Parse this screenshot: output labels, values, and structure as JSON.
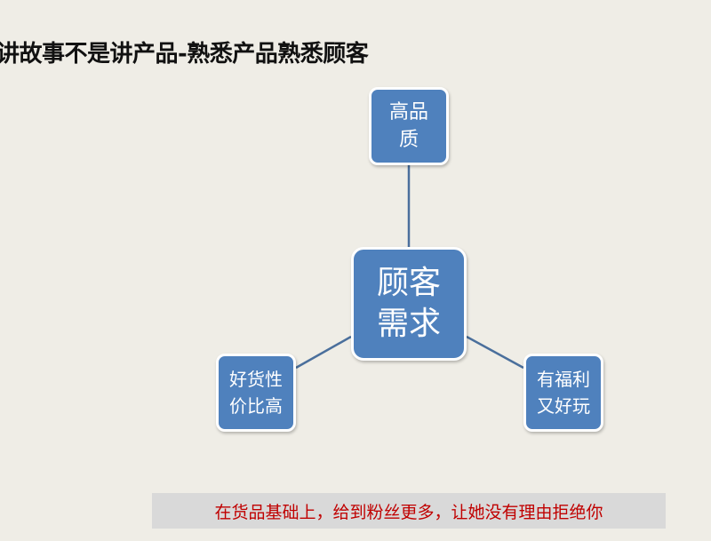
{
  "title": "讲故事不是讲产品-熟悉产品熟悉顾客",
  "diagram": {
    "center": {
      "lines": [
        "顾客",
        "需求"
      ]
    },
    "top": {
      "lines": [
        "高品",
        "质"
      ]
    },
    "left": {
      "lines": [
        "好货性",
        "价比高"
      ]
    },
    "right": {
      "lines": [
        "有福利",
        "又好玩"
      ]
    }
  },
  "caption": "在货品基础上，给到粉丝更多，让她没有理由拒绝你",
  "colors": {
    "node_fill": "#4f81bd",
    "connector": "#4a6f9c",
    "caption_text": "#c00000",
    "caption_bg": "#d9d9d9"
  }
}
